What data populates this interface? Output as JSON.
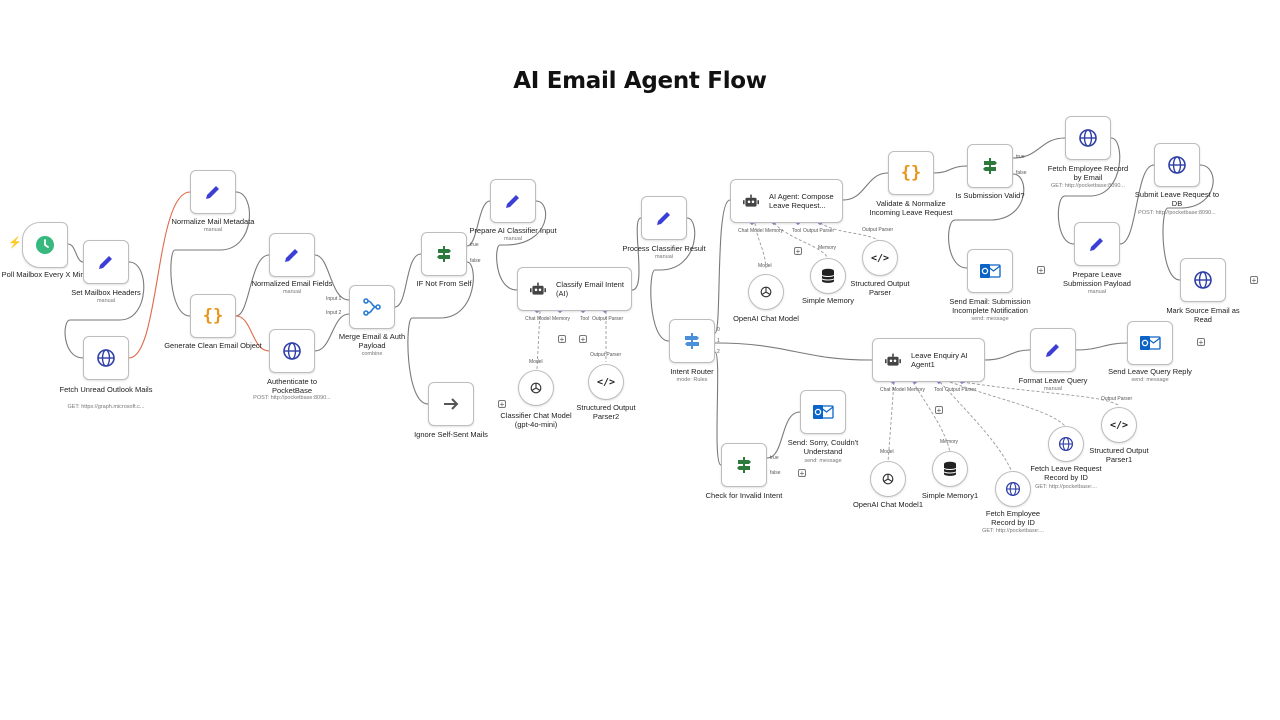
{
  "title": "AI Email Agent Flow",
  "colors": {
    "pencil": "#3b3fd6",
    "braces": "#e8961c",
    "globe": "#2f3fa8",
    "branch": "#2d7a3c",
    "router": "#4a90d9",
    "merge": "#2a7bd4",
    "robot": "#444444",
    "outlook": "#0a64c8",
    "trigger": "#36b87e",
    "error_wire": "#e0694a"
  },
  "nodes": {
    "poll": {
      "label": "Poll Mailbox Every X Mins",
      "icon": "clock-icon"
    },
    "setHeaders": {
      "label": "Set Mailbox Headers",
      "sub": "manual",
      "icon": "pencil-icon"
    },
    "fetchUnread": {
      "label": "Fetch Unread Outlook Mails",
      "sub": "GET: https://graph.microsoft.c...",
      "icon": "globe-icon"
    },
    "normalizeMeta": {
      "label": "Normalize Mail Metadata",
      "sub": "manual",
      "icon": "pencil-icon"
    },
    "cleanEmail": {
      "label": "Generate Clean Email Object",
      "icon": "braces-icon"
    },
    "normalizedFields": {
      "label": "Normalized Email Fields",
      "sub": "manual",
      "icon": "pencil-icon"
    },
    "authenticate": {
      "label": "Authenticate to PocketBase",
      "sub": "POST: http://pocketbase:8090...",
      "icon": "globe-icon"
    },
    "merge": {
      "label": "Merge Email & Auth Payload",
      "sub": "combine",
      "icon": "merge-icon",
      "input1": "Input 1",
      "input2": "Input 2"
    },
    "ifNotSelf": {
      "label": "IF Not From Self",
      "icon": "branch-icon",
      "true": "true",
      "false": "false"
    },
    "ignoreSelf": {
      "label": "Ignore Self-Sent Mails",
      "icon": "arrow-right-icon"
    },
    "prepareInput": {
      "label": "Prepare AI Classifier Input",
      "sub": "manual",
      "icon": "pencil-icon"
    },
    "classify": {
      "label": "Classify Email Intent (AI)",
      "icon": "robot-icon",
      "ports": [
        "Chat Model",
        "Memory",
        "Tool",
        "Output Parser"
      ]
    },
    "classifierChat": {
      "label": "Classifier Chat Model (gpt-4o-mini)",
      "icon": "openai-icon",
      "port": "Model"
    },
    "structParser2": {
      "label": "Structured Output Parser2",
      "icon": "code-icon",
      "port": "Output Parser"
    },
    "processResult": {
      "label": "Process Classifier Result",
      "sub": "manual",
      "icon": "pencil-icon"
    },
    "router": {
      "label": "Intent Router",
      "sub": "mode: Rules",
      "icon": "router-icon",
      "outs": [
        "0",
        "1",
        "2"
      ]
    },
    "checkInvalid": {
      "label": "Check for Invalid Intent",
      "icon": "branch-icon",
      "true": "true",
      "false": "false"
    },
    "sendSorry": {
      "label": "Send: Sorry, Couldn't Understand",
      "sub": "send: message",
      "icon": "outlook-icon"
    },
    "composeAgent": {
      "label": "AI Agent: Compose Leave Request...",
      "icon": "robot-icon",
      "ports": [
        "Chat Model",
        "Memory",
        "Tool",
        "Output Parser"
      ]
    },
    "openaiChat": {
      "label": "OpenAI Chat Model",
      "icon": "openai-icon",
      "port": "Model"
    },
    "simpleMemory": {
      "label": "Simple Memory",
      "icon": "database-icon",
      "port": "Memory"
    },
    "structParser": {
      "label": "Structured Output Parser",
      "icon": "code-icon",
      "port": "Output Parser"
    },
    "validate": {
      "label": "Validate & Normalize Incoming Leave Request",
      "icon": "braces-icon"
    },
    "isValid": {
      "label": "Is Submission Valid?",
      "icon": "branch-icon",
      "true": "true",
      "false": "false"
    },
    "sendIncomplete": {
      "label": "Send Email: Submission Incomplete Notification",
      "sub": "send: message",
      "icon": "outlook-icon"
    },
    "fetchEmployee": {
      "label": "Fetch Employee Record by Email",
      "sub": "GET: http://pocketbase:8090...",
      "icon": "globe-icon"
    },
    "preparePayload": {
      "label": "Prepare Leave Submission Payload",
      "sub": "manual",
      "icon": "pencil-icon"
    },
    "submitLeave": {
      "label": "Submit Leave Request to DB",
      "sub": "POST: http://pocketbase:8090...",
      "icon": "globe-icon"
    },
    "markRead": {
      "label": "Mark Source Email as Read",
      "icon": "globe-icon"
    },
    "enquiryAgent": {
      "label": "Leave Enquiry AI Agent1",
      "icon": "robot-icon",
      "ports": [
        "Chat Model",
        "Memory",
        "Tool",
        "Output Parser"
      ]
    },
    "formatQuery": {
      "label": "Format Leave Query",
      "sub": "manual",
      "icon": "pencil-icon"
    },
    "sendReply": {
      "label": "Send Leave Query Reply",
      "sub": "send: message",
      "icon": "outlook-icon"
    },
    "openaiChat1": {
      "label": "OpenAI Chat Model1",
      "icon": "openai-icon",
      "port": "Model"
    },
    "simpleMemory1": {
      "label": "Simple Memory1",
      "icon": "database-icon",
      "port": "Memory"
    },
    "fetchEmpById": {
      "label": "Fetch Employee Record by ID",
      "sub": "GET: http://pocketbase:...",
      "icon": "globe-icon"
    },
    "fetchLeaveById": {
      "label": "Fetch Leave Request Record by ID",
      "sub": "GET: http://pocketbase:...",
      "icon": "globe-icon"
    },
    "structParser1": {
      "label": "Structured Output Parser1",
      "icon": "code-icon",
      "port": "Output Parser"
    }
  }
}
